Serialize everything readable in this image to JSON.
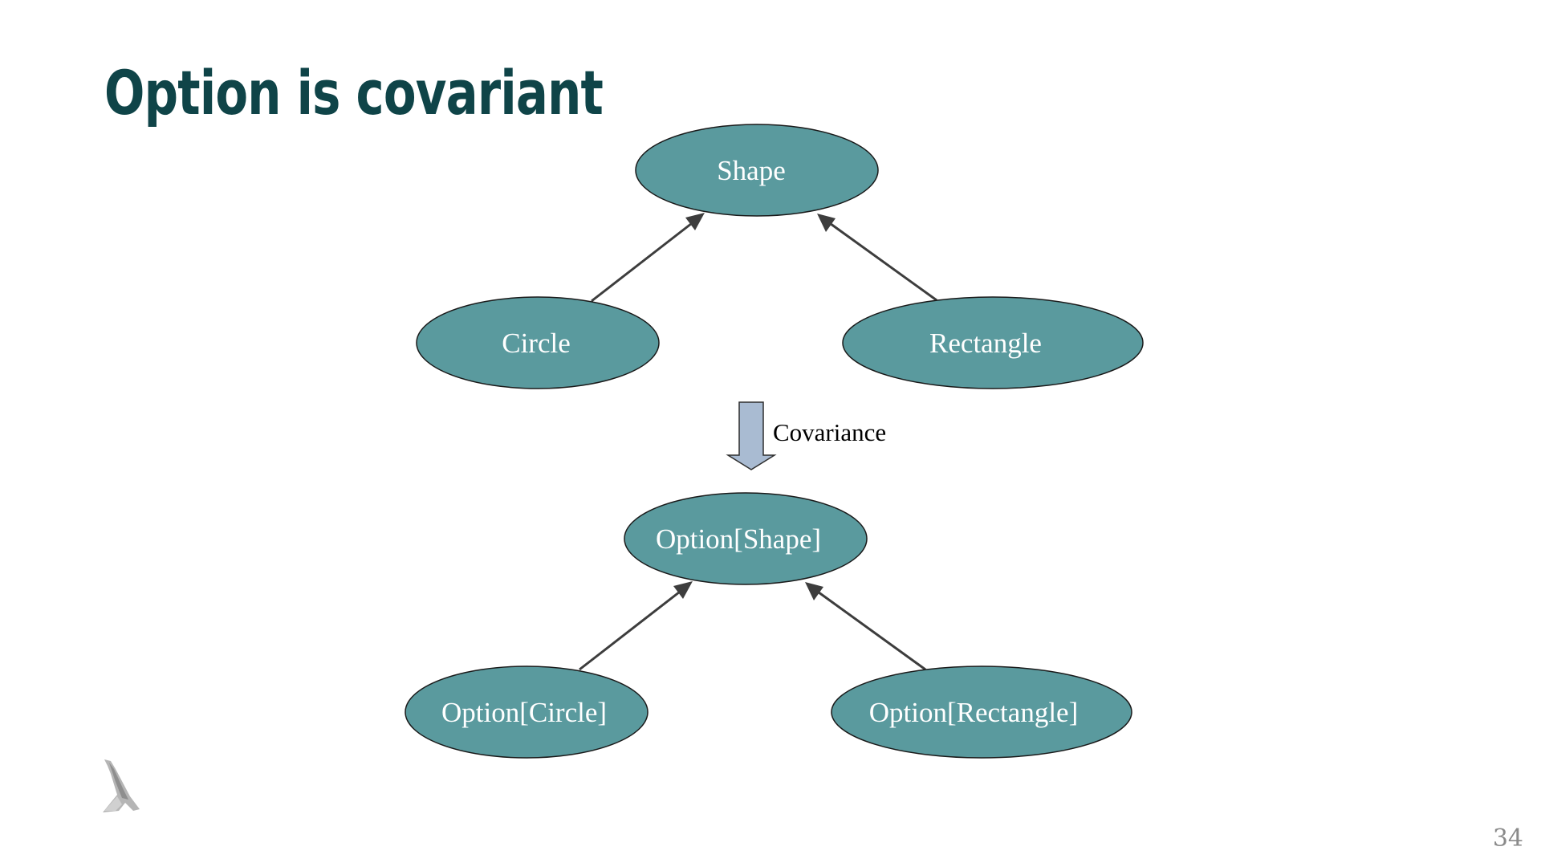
{
  "slide": {
    "title": "Option is covariant",
    "page_number": "34"
  },
  "diagram": {
    "nodes": {
      "shape": "Shape",
      "circle": "Circle",
      "rectangle": "Rectangle",
      "option_shape": "Option[Shape]",
      "option_circle": "Option[Circle]",
      "option_rectangle": "Option[Rectangle]"
    },
    "edges": [
      {
        "from": "Circle",
        "to": "Shape"
      },
      {
        "from": "Rectangle",
        "to": "Shape"
      },
      {
        "from": "Option[Circle]",
        "to": "Option[Shape]"
      },
      {
        "from": "Option[Rectangle]",
        "to": "Option[Shape]"
      }
    ],
    "covariance_label": "Covariance"
  },
  "colors": {
    "title": "#0f4448",
    "node_fill": "#5a9a9e",
    "node_text": "#ffffff",
    "edge": "#3d3d3d",
    "covariance_arrow": "#a9bbd2",
    "page_number": "#8a8a8a"
  },
  "icons": {
    "logo": "lambda-logo-icon"
  }
}
